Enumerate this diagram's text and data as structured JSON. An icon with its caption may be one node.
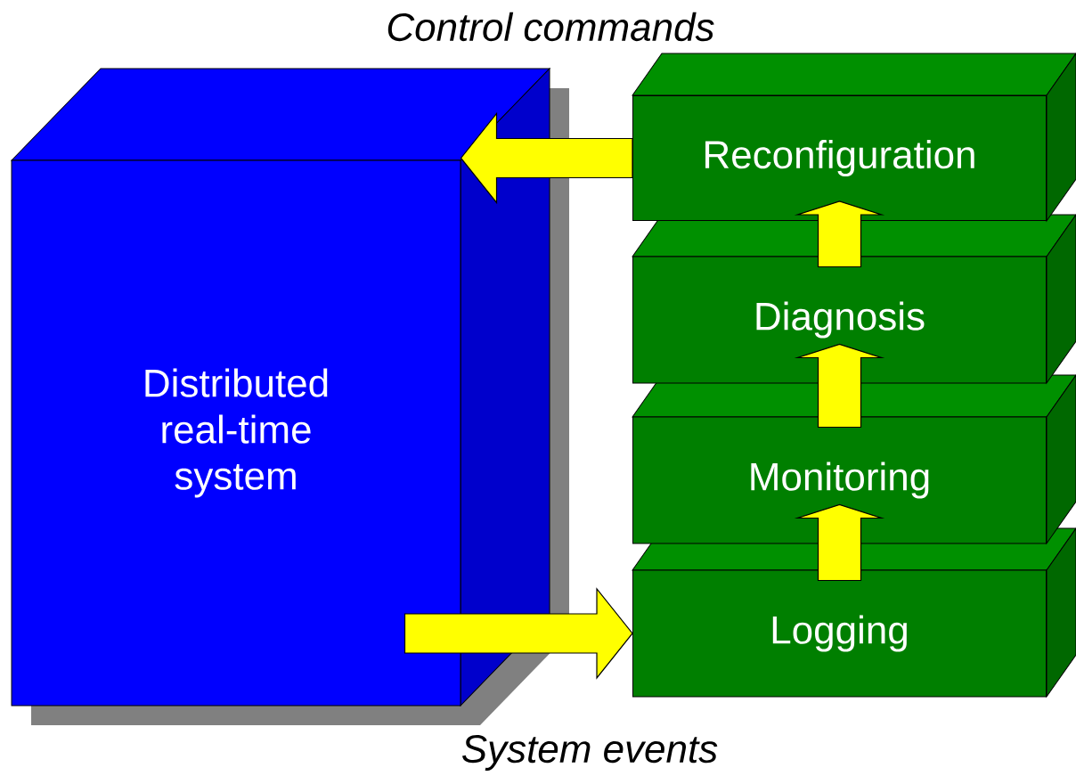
{
  "diagram": {
    "nodes": [
      {
        "text": [
          "Distributed real-time system"
        ]
      },
      {
        "text": [
          "Reconfiguration"
        ]
      },
      {
        "text": [
          "Diagnosis"
        ]
      },
      {
        "text": [
          "Monitoring"
        ]
      },
      {
        "text": [
          "Logging"
        ]
      }
    ],
    "edges": [
      {
        "from": 1,
        "to": 0,
        "arrow": "to"
      },
      {
        "from": 0,
        "to": 4,
        "arrow": "to"
      },
      {
        "from": 4,
        "to": 3,
        "arrow": "to"
      },
      {
        "from": 3,
        "to": 2,
        "arrow": "to"
      },
      {
        "from": 2,
        "to": 1,
        "arrow": "to"
      }
    ],
    "labels": [
      "Control commands",
      "System events"
    ]
  }
}
